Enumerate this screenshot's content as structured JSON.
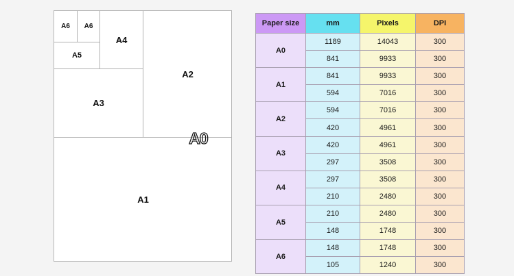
{
  "diagram": {
    "title": "A-series paper size subdivision diagram",
    "regions": [
      {
        "key": "a6_left",
        "label": "A6"
      },
      {
        "key": "a6_right",
        "label": "A6"
      },
      {
        "key": "a5",
        "label": "A5"
      },
      {
        "key": "a4",
        "label": "A4"
      },
      {
        "key": "a3",
        "label": "A3"
      },
      {
        "key": "a2",
        "label": "A2"
      },
      {
        "key": "a1",
        "label": "A1"
      },
      {
        "key": "a0",
        "label": "A0"
      }
    ]
  },
  "table": {
    "headers": {
      "paper_size": "Paper size",
      "mm": "mm",
      "pixels": "Pixels",
      "dpi": "DPI"
    },
    "header_colors": {
      "paper_size": "#cc99f5",
      "mm": "#66e0f0",
      "pixels": "#f5f56b",
      "dpi": "#f7b361"
    },
    "body_colors": {
      "paper_size": "#ecdffa",
      "mm": "#d3f2fa",
      "pixels": "#faf7d3",
      "dpi": "#fbe6cf"
    },
    "rows": [
      {
        "paper_size": "A0",
        "lines": [
          {
            "mm": "1189",
            "pixels": "14043",
            "dpi": "300"
          },
          {
            "mm": "841",
            "pixels": "9933",
            "dpi": "300"
          }
        ]
      },
      {
        "paper_size": "A1",
        "lines": [
          {
            "mm": "841",
            "pixels": "9933",
            "dpi": "300"
          },
          {
            "mm": "594",
            "pixels": "7016",
            "dpi": "300"
          }
        ]
      },
      {
        "paper_size": "A2",
        "lines": [
          {
            "mm": "594",
            "pixels": "7016",
            "dpi": "300"
          },
          {
            "mm": "420",
            "pixels": "4961",
            "dpi": "300"
          }
        ]
      },
      {
        "paper_size": "A3",
        "lines": [
          {
            "mm": "420",
            "pixels": "4961",
            "dpi": "300"
          },
          {
            "mm": "297",
            "pixels": "3508",
            "dpi": "300"
          }
        ]
      },
      {
        "paper_size": "A4",
        "lines": [
          {
            "mm": "297",
            "pixels": "3508",
            "dpi": "300"
          },
          {
            "mm": "210",
            "pixels": "2480",
            "dpi": "300"
          }
        ]
      },
      {
        "paper_size": "A5",
        "lines": [
          {
            "mm": "210",
            "pixels": "2480",
            "dpi": "300"
          },
          {
            "mm": "148",
            "pixels": "1748",
            "dpi": "300"
          }
        ]
      },
      {
        "paper_size": "A6",
        "lines": [
          {
            "mm": "148",
            "pixels": "1748",
            "dpi": "300"
          },
          {
            "mm": "105",
            "pixels": "1240",
            "dpi": "300"
          }
        ]
      }
    ]
  }
}
